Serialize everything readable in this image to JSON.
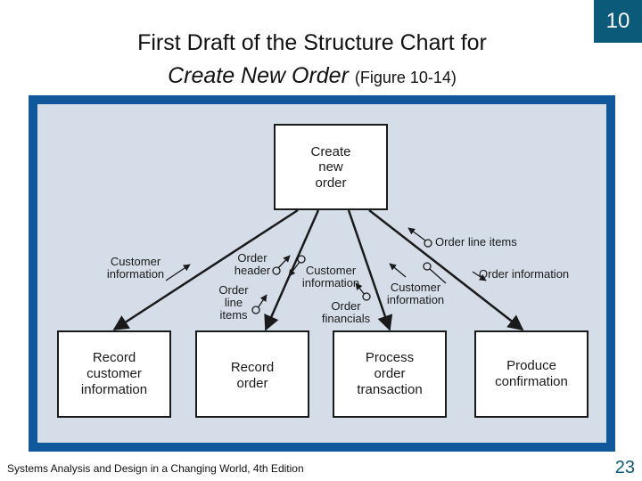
{
  "slide": {
    "title_line1": "First Draft of the Structure Chart for",
    "title_line2_italic": "Create New Order",
    "title_line2_suffix": "(Figure 10-14)",
    "chapter_number": "10",
    "footer": "Systems Analysis and Design in a Changing World, 4th Edition",
    "page_number": "23"
  },
  "diagram": {
    "top_module": [
      "Create",
      "new",
      "order"
    ],
    "modules": [
      [
        "Record",
        "customer",
        "information"
      ],
      [
        "Record",
        "order"
      ],
      [
        "Process",
        "order",
        "transaction"
      ],
      [
        "Produce",
        "confirmation"
      ]
    ],
    "couples": [
      [
        "Customer",
        "information"
      ],
      [
        "Order",
        "header"
      ],
      [
        "Customer",
        "information"
      ],
      [
        "Order",
        "line",
        "items"
      ],
      [
        "Order",
        "financials"
      ],
      [
        "Customer",
        "information"
      ],
      [
        "Order line items"
      ],
      [
        "Order information"
      ]
    ],
    "colors": {
      "frame": "#10579b",
      "panel": "#d5dde8",
      "box_fill": "#ffffff",
      "ink": "#1a1a1a"
    }
  }
}
